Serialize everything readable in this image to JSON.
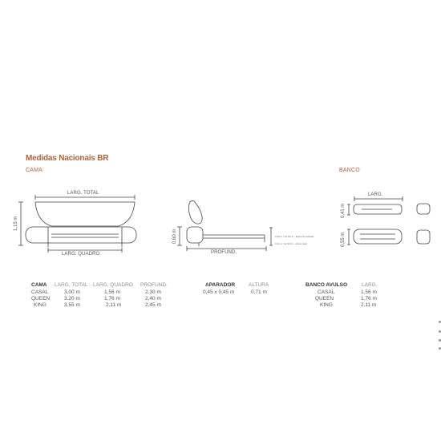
{
  "title": "Medidas Nacionais BR",
  "sections": {
    "cama": "CAMA",
    "banco": "BANCO"
  },
  "dims": {
    "larg_total": "LARG. TOTAL",
    "larg_quadro": "LARG. QUADRO",
    "altura_cama": "1,15 m",
    "altura_lateral": "0,60 m",
    "profund": "PROFUND.",
    "note_top": "0,46 m | 12 3/4 in - altura do estrado",
    "note_bottom": "0,11 m | 12 3/4 in - altura total",
    "banco_larg": "LARG.",
    "banco_alt_1": "0,41 m",
    "banco_alt_2": "0,55 m"
  },
  "table_cama": {
    "headers": [
      "CAMA",
      "LARG. TOTAL",
      "LARG. QUADRO",
      "PROFUND."
    ],
    "rows": [
      [
        "CASAL",
        "3,00 m",
        "1,56 m",
        "2,30 m"
      ],
      [
        "QUEEN",
        "3,20 m",
        "1,76 m",
        "2,40 m"
      ],
      [
        "KING",
        "3,55 m",
        "2,11 m",
        "2,45 m"
      ]
    ]
  },
  "table_aparador": {
    "headers": [
      "APARADOR",
      "ALTURA"
    ],
    "rows": [
      [
        "0,45 x 0,45 m",
        "0,71 m"
      ]
    ]
  },
  "table_banco": {
    "headers": [
      "BANCO AVULSO",
      "LARG."
    ],
    "rows": [
      [
        "CASAL",
        "1,56 m"
      ],
      [
        "QUEEN",
        "1,76 m"
      ],
      [
        "KING",
        "2,11 m"
      ]
    ]
  },
  "colors": {
    "accent": "#b5603a",
    "line": "#444444"
  }
}
